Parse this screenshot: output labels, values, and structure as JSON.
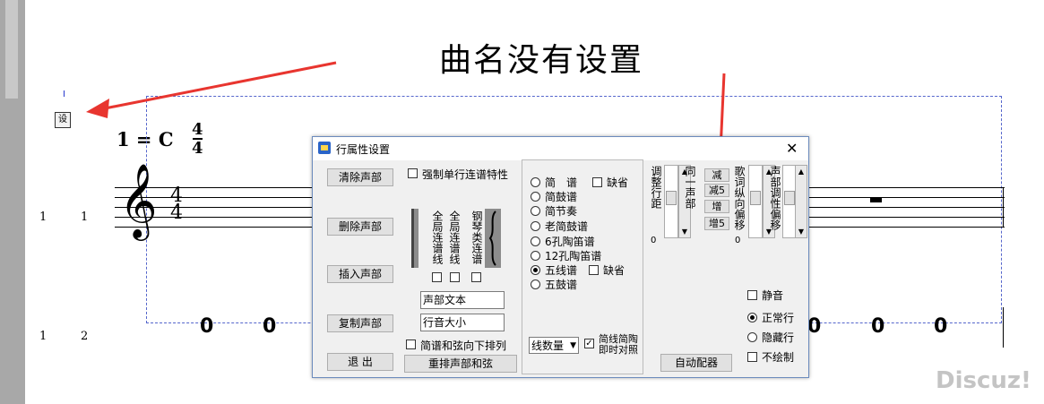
{
  "document": {
    "title": "曲名没有设置",
    "cursor_mark": "I",
    "set_button_label": "设",
    "tempo": "1 = C",
    "time_sig_top": "4",
    "time_sig_bottom": "4",
    "staff_sig_top": "4",
    "staff_sig_bottom": "4",
    "rows": [
      {
        "num": "1",
        "sub": "1"
      },
      {
        "num": "1",
        "sub": "2"
      }
    ],
    "jianpu_left": [
      "0",
      "0"
    ],
    "jianpu_right": [
      "0",
      "0",
      "0"
    ]
  },
  "watermark": "Discuz!",
  "dialog": {
    "title": "行属性设置",
    "close": "✕",
    "left_buttons": [
      "清除声部",
      "删除声部",
      "插入声部",
      "复制声部",
      "退 出"
    ],
    "force_single_row_tie": "强制单行连谱特性",
    "brace_labels": [
      "全局连谱线",
      "全局连谱线",
      "钢琴类连谱"
    ],
    "voice_text_field": "声部文本",
    "line_size_field": "行音大小",
    "chord_arrange": "简谱和弦向下排列",
    "rearrange_button": "重排声部和弦",
    "notation_options": [
      {
        "label": "简　谱",
        "checked": false
      },
      {
        "label": "简鼓谱",
        "checked": false
      },
      {
        "label": "简节奏",
        "checked": false
      },
      {
        "label": "老简鼓谱",
        "checked": false
      },
      {
        "label": "6孔陶笛谱",
        "checked": false
      },
      {
        "label": "12孔陶笛谱",
        "checked": false
      },
      {
        "label": "五线谱",
        "checked": true
      },
      {
        "label": "五鼓谱",
        "checked": false
      }
    ],
    "default_label_1": "缺省",
    "default_label_2": "缺省",
    "line_count_select": "线数量",
    "jianpu_compare": "简线简陶即时对照",
    "adjust_spacing": "调整行距",
    "same_voice": "同一声部",
    "transpose_buttons": [
      "减",
      "减5",
      "增",
      "增5"
    ],
    "lyrics_offset": "歌词纵向偏移",
    "voice_transpose": "声部调性偏移",
    "value_left": "0",
    "value_right": "0",
    "mute": "静音",
    "row_modes": [
      {
        "label": "正常行",
        "checked": true
      },
      {
        "label": "隐藏行",
        "checked": false
      }
    ],
    "no_draw": "不绘制",
    "auto_chord": "自动配器"
  },
  "colors": {
    "arrow": "#e8352f",
    "dash_border": "#5566cc",
    "dialog_border": "#6b8bbd"
  }
}
